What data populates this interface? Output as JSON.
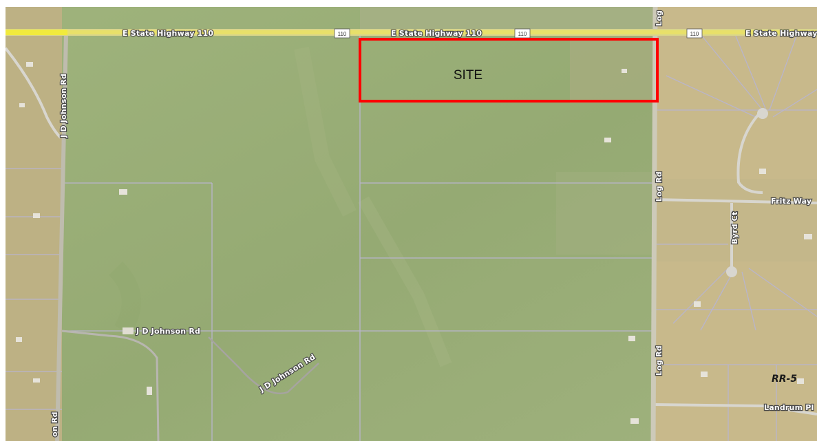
{
  "map": {
    "site_label": "SITE",
    "zone_label": "RR-5",
    "highway_shield": "110",
    "roads": {
      "highway_west": "E State Highway 110",
      "highway_mid": "E State Highway 110",
      "highway_east": "E State Highway 1",
      "jd_johnson_vertical": "J D Johnson Rd",
      "jd_johnson_horizontal": "J D Johnson Rd",
      "jd_johnson_diagonal": "J D Johnson Rd",
      "jd_johnson_bottom": "on Rd",
      "log_rd_upper": "Log Rd",
      "log_rd_lower": "Log Rd",
      "log_rd_top": "Log",
      "fritz_way": "Fritz Way",
      "byrd_ct": "Byrd Ct",
      "landrum_pl": "Landrum Pl"
    },
    "colors": {
      "grass": "#98ad76",
      "dry_land": "#c9b98c",
      "highway": "#e8e06a",
      "site_outline": "#ff0000",
      "parcel_line": "#b7b3c8"
    }
  }
}
